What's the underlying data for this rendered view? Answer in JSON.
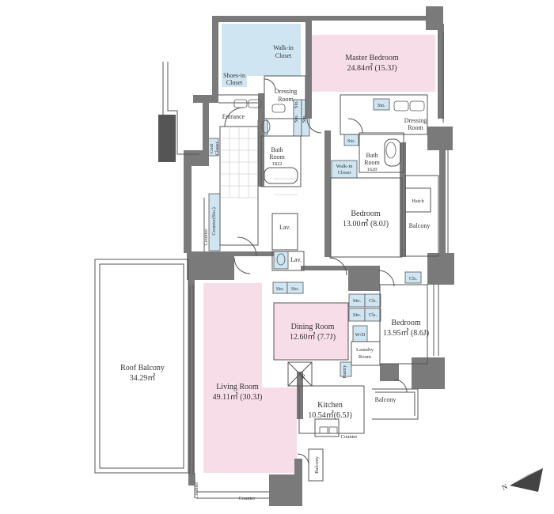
{
  "rooms": {
    "master_bedroom": {
      "name": "Master Bedroom",
      "area": "24.84㎡ (15.3J)"
    },
    "walkin_closet_top": {
      "name1": "Walk-in",
      "name2": "Closet"
    },
    "shoes_in_closet": {
      "name1": "Shoes-in",
      "name2": "Closet"
    },
    "dressing_room_1": {
      "name1": "Dressing",
      "name2": "Room"
    },
    "dressing_room_2": {
      "name1": "Dressing",
      "name2": "Room"
    },
    "entrance": {
      "name": "Entrance"
    },
    "bath_room_1": {
      "name1": "Bath",
      "name2": "Room",
      "code": "1822"
    },
    "bath_room_2": {
      "name1": "Bath",
      "name2": "Room",
      "code": "1620"
    },
    "walkin_closet_2": {
      "name1": "Walk-in",
      "name2": "Closet"
    },
    "bedroom_1": {
      "name": "Bedroom",
      "area": "13.00㎡ (8.0J)"
    },
    "hatch": {
      "name": "Hatch"
    },
    "balcony_right": {
      "name": "Balcony"
    },
    "lav_1": {
      "name": "Lav."
    },
    "lav_2": {
      "name": "Lav."
    },
    "counter_sto": {
      "name": "Counter(Sto.)"
    },
    "counter_left": {
      "name": "Counter"
    },
    "coat_closet": {
      "name1": "Coat",
      "name2": "Closet"
    },
    "roof_balcony": {
      "name": "Roof Balcony",
      "area": "34.29㎡"
    },
    "living_room": {
      "name": "Living Room",
      "area": "49.11㎡ (30.3J)"
    },
    "dining_room": {
      "name": "Dining Room",
      "area": "12.60㎡ (7.7J)"
    },
    "bedroom_2": {
      "name": "Bedroom",
      "area": "13.95㎡ (8.6J)"
    },
    "laundry_room": {
      "name1": "Laundry",
      "name2": "Room"
    },
    "wd": {
      "name": "W/D"
    },
    "pantry": {
      "name": "Pantry"
    },
    "kitchen": {
      "name": "Kitchen",
      "area": "10.54㎡(6.5J)"
    },
    "refrigerator": {
      "name": "R"
    },
    "balcony_small": {
      "name": "Balcony"
    },
    "balcony_bottom": {
      "name": "Balcony"
    },
    "counter_kitchen": {
      "name": "Counter"
    },
    "counter_bottom": {
      "name": "Counter"
    },
    "counter_left_bottom": {
      "name": "Counter"
    },
    "cls_1": {
      "name": "Cls."
    },
    "cls_2": {
      "name": "Cls."
    },
    "cls_3": {
      "name": "Cls."
    },
    "sto_labels": [
      "Sto.",
      "Sto.",
      "Sto.",
      "Sto.",
      "Sto.",
      "Sto.",
      "Sto.",
      "Sto.",
      "Sto."
    ]
  },
  "compass": {
    "label": "N"
  },
  "colors": {
    "pink": "#f7dde8",
    "blue": "#cfe6f2",
    "wall": "#7a7a7a",
    "line": "#555555",
    "dark": "#555555"
  }
}
